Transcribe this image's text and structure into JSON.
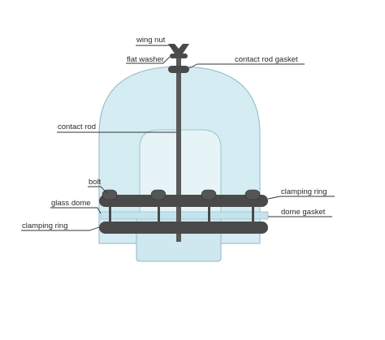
{
  "labels": {
    "wing_nut": "wing nut",
    "flat_washer": "flat washer",
    "contact_rod_gasket": "contact rod gasket",
    "contact_rod": "contact rod",
    "bolt": "bolt",
    "glass_dome": "glass dome",
    "clamping_ring_upper": "clamping ring",
    "dome_gasket": "dome gasket",
    "clamping_ring_lower": "clamping ring"
  },
  "colors": {
    "dome_fill": "#d4ecf2",
    "dome_stroke": "#8fb9c6",
    "inner_chamber_fill": "#e6f3f7",
    "metal_dark": "#4a4a4a",
    "metal_mid": "#5a5a5a",
    "leader_line": "#333333"
  }
}
